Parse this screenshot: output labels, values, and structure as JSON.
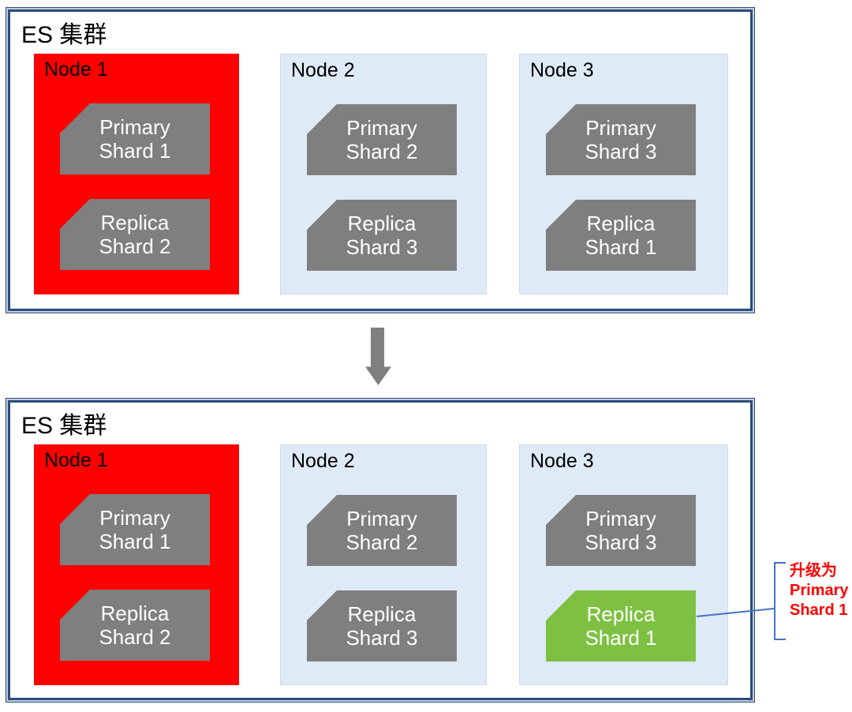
{
  "colors": {
    "cluster_border_navy": "#2e4c7c",
    "node_failed_red": "#fe0000",
    "node_blue": "#deeaf6",
    "shard_gray": "#7f7f7f",
    "shard_promoted_green": "#7ec142",
    "shard_text_white": "#ffffff",
    "arrow_gray": "#808080",
    "annotation_line_blue": "#4472c4",
    "annotation_text_red": "#ff0000"
  },
  "clusters": [
    {
      "title": "ES 集群",
      "nodes": [
        {
          "label": "Node 1",
          "state": "failed",
          "shards": [
            {
              "text": "Primary\nShard 1"
            },
            {
              "text": "Replica\nShard 2"
            }
          ]
        },
        {
          "label": "Node 2",
          "state": "healthy",
          "shards": [
            {
              "text": "Primary\nShard 2"
            },
            {
              "text": "Replica\nShard 3"
            }
          ]
        },
        {
          "label": "Node 3",
          "state": "healthy",
          "shards": [
            {
              "text": "Primary\nShard 3"
            },
            {
              "text": "Replica\nShard 1"
            }
          ]
        }
      ]
    },
    {
      "title": "ES 集群",
      "nodes": [
        {
          "label": "Node 1",
          "state": "failed",
          "shards": [
            {
              "text": "Primary\nShard 1"
            },
            {
              "text": "Replica\nShard 2"
            }
          ]
        },
        {
          "label": "Node 2",
          "state": "healthy",
          "shards": [
            {
              "text": "Primary\nShard 2"
            },
            {
              "text": "Replica\nShard 3"
            }
          ]
        },
        {
          "label": "Node 3",
          "state": "healthy",
          "shards": [
            {
              "text": "Primary\nShard 3"
            },
            {
              "text": "Replica\nShard 1",
              "state": "promoted"
            }
          ]
        }
      ]
    }
  ],
  "annotation": {
    "text": "升级为\nPrimary\nShard 1"
  }
}
